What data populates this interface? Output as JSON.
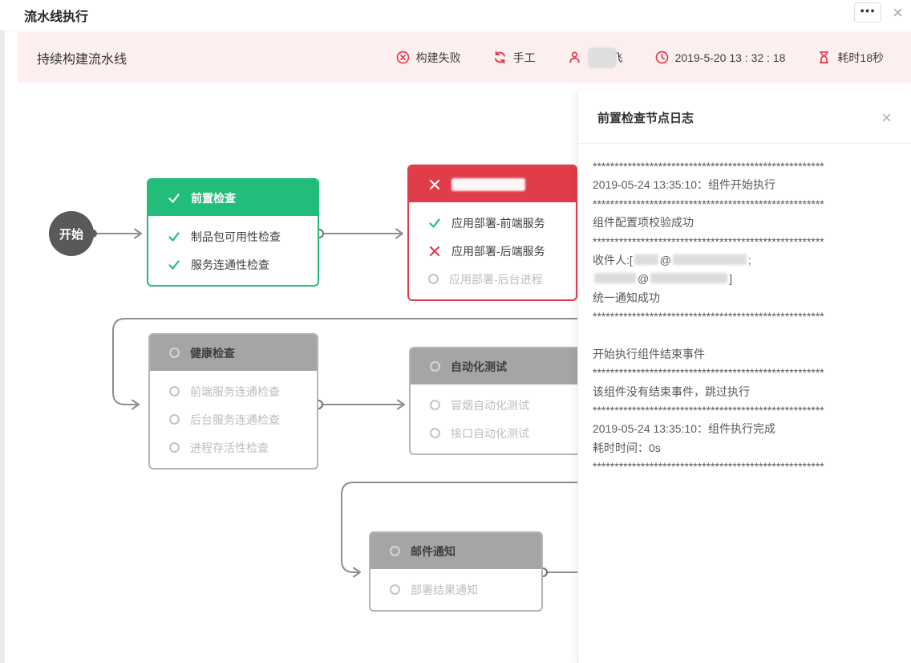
{
  "page": {
    "title": "流水线执行"
  },
  "window": {
    "more_label": "●●●",
    "close_glyph": "×"
  },
  "colors": {
    "success": "#22bd7a",
    "failure": "#e03c4a",
    "bar_bg": "#fdeff0",
    "connector": "#8e8e8e"
  },
  "pipeline_bar": {
    "name": "持续构建流水线",
    "meta": [
      {
        "icon": "error-circle-icon",
        "label": "构建失败"
      },
      {
        "icon": "refresh-icon",
        "label": "手工"
      },
      {
        "icon": "user-icon",
        "label": "龙飞",
        "redacted_prefix": true
      },
      {
        "icon": "clock-icon",
        "label": "2019-5-20 13 : 32 : 18"
      },
      {
        "icon": "hourglass-icon",
        "label": "耗时18秒"
      }
    ]
  },
  "flow": {
    "start_label": "开始",
    "nodes": [
      {
        "id": "precheck",
        "title": "前置检查",
        "status": "success",
        "title_icon": "check",
        "items": [
          {
            "icon": "check",
            "state": "success",
            "label": "制品包可用性检查"
          },
          {
            "icon": "check",
            "state": "success",
            "label": "服务连通性检查"
          }
        ]
      },
      {
        "id": "deploy",
        "title": "",
        "title_redacted": true,
        "status": "failed",
        "title_icon": "cross",
        "items": [
          {
            "icon": "check",
            "state": "success",
            "label": "应用部署-前端服务"
          },
          {
            "icon": "cross",
            "state": "failed",
            "label": "应用部署-后端服务"
          },
          {
            "icon": "circle",
            "state": "pending",
            "label": "应用部署-后台进程"
          }
        ]
      },
      {
        "id": "health",
        "title": "健康检查",
        "status": "pending",
        "title_icon": "circle",
        "items": [
          {
            "icon": "circle",
            "state": "pending",
            "label": "前端服务连通检查"
          },
          {
            "icon": "circle",
            "state": "pending",
            "label": "后台服务连通检查"
          },
          {
            "icon": "circle",
            "state": "pending",
            "label": "进程存活性检查"
          }
        ]
      },
      {
        "id": "autotest",
        "title": "自动化测试",
        "status": "pending",
        "title_icon": "circle",
        "items": [
          {
            "icon": "circle",
            "state": "pending",
            "label": "冒烟自动化测试"
          },
          {
            "icon": "circle",
            "state": "pending",
            "label": "接口自动化测试"
          }
        ]
      },
      {
        "id": "mail",
        "title": "邮件通知",
        "status": "pending",
        "title_icon": "circle",
        "items": [
          {
            "icon": "circle",
            "state": "pending",
            "label": "部署结果通知"
          }
        ]
      }
    ]
  },
  "log_panel": {
    "title": "前置检查节点日志",
    "close_glyph": "×",
    "separator": "*****************************************************",
    "lines": [
      {
        "sep": true
      },
      {
        "text": "2019-05-24 13:35:10：组件开始执行"
      },
      {
        "sep": true
      },
      {
        "text": "组件配置项校验成功"
      },
      {
        "sep": true
      },
      {
        "segments": [
          {
            "text": "收件人:["
          },
          {
            "blur": 30
          },
          {
            "text": "@"
          },
          {
            "blur": 92
          },
          {
            "text": ";"
          }
        ]
      },
      {
        "segments": [
          {
            "blur": 52
          },
          {
            "text": "@"
          },
          {
            "blur": 96
          },
          {
            "text": "]"
          }
        ]
      },
      {
        "text": "统一通知成功"
      },
      {
        "sep": true
      },
      {
        "text": ""
      },
      {
        "text": "开始执行组件结束事件"
      },
      {
        "sep": true
      },
      {
        "text": "该组件没有结束事件，跳过执行"
      },
      {
        "sep": true
      },
      {
        "text": "2019-05-24 13:35:10：组件执行完成"
      },
      {
        "text": "耗时时间：0s"
      },
      {
        "sep": true
      }
    ]
  }
}
